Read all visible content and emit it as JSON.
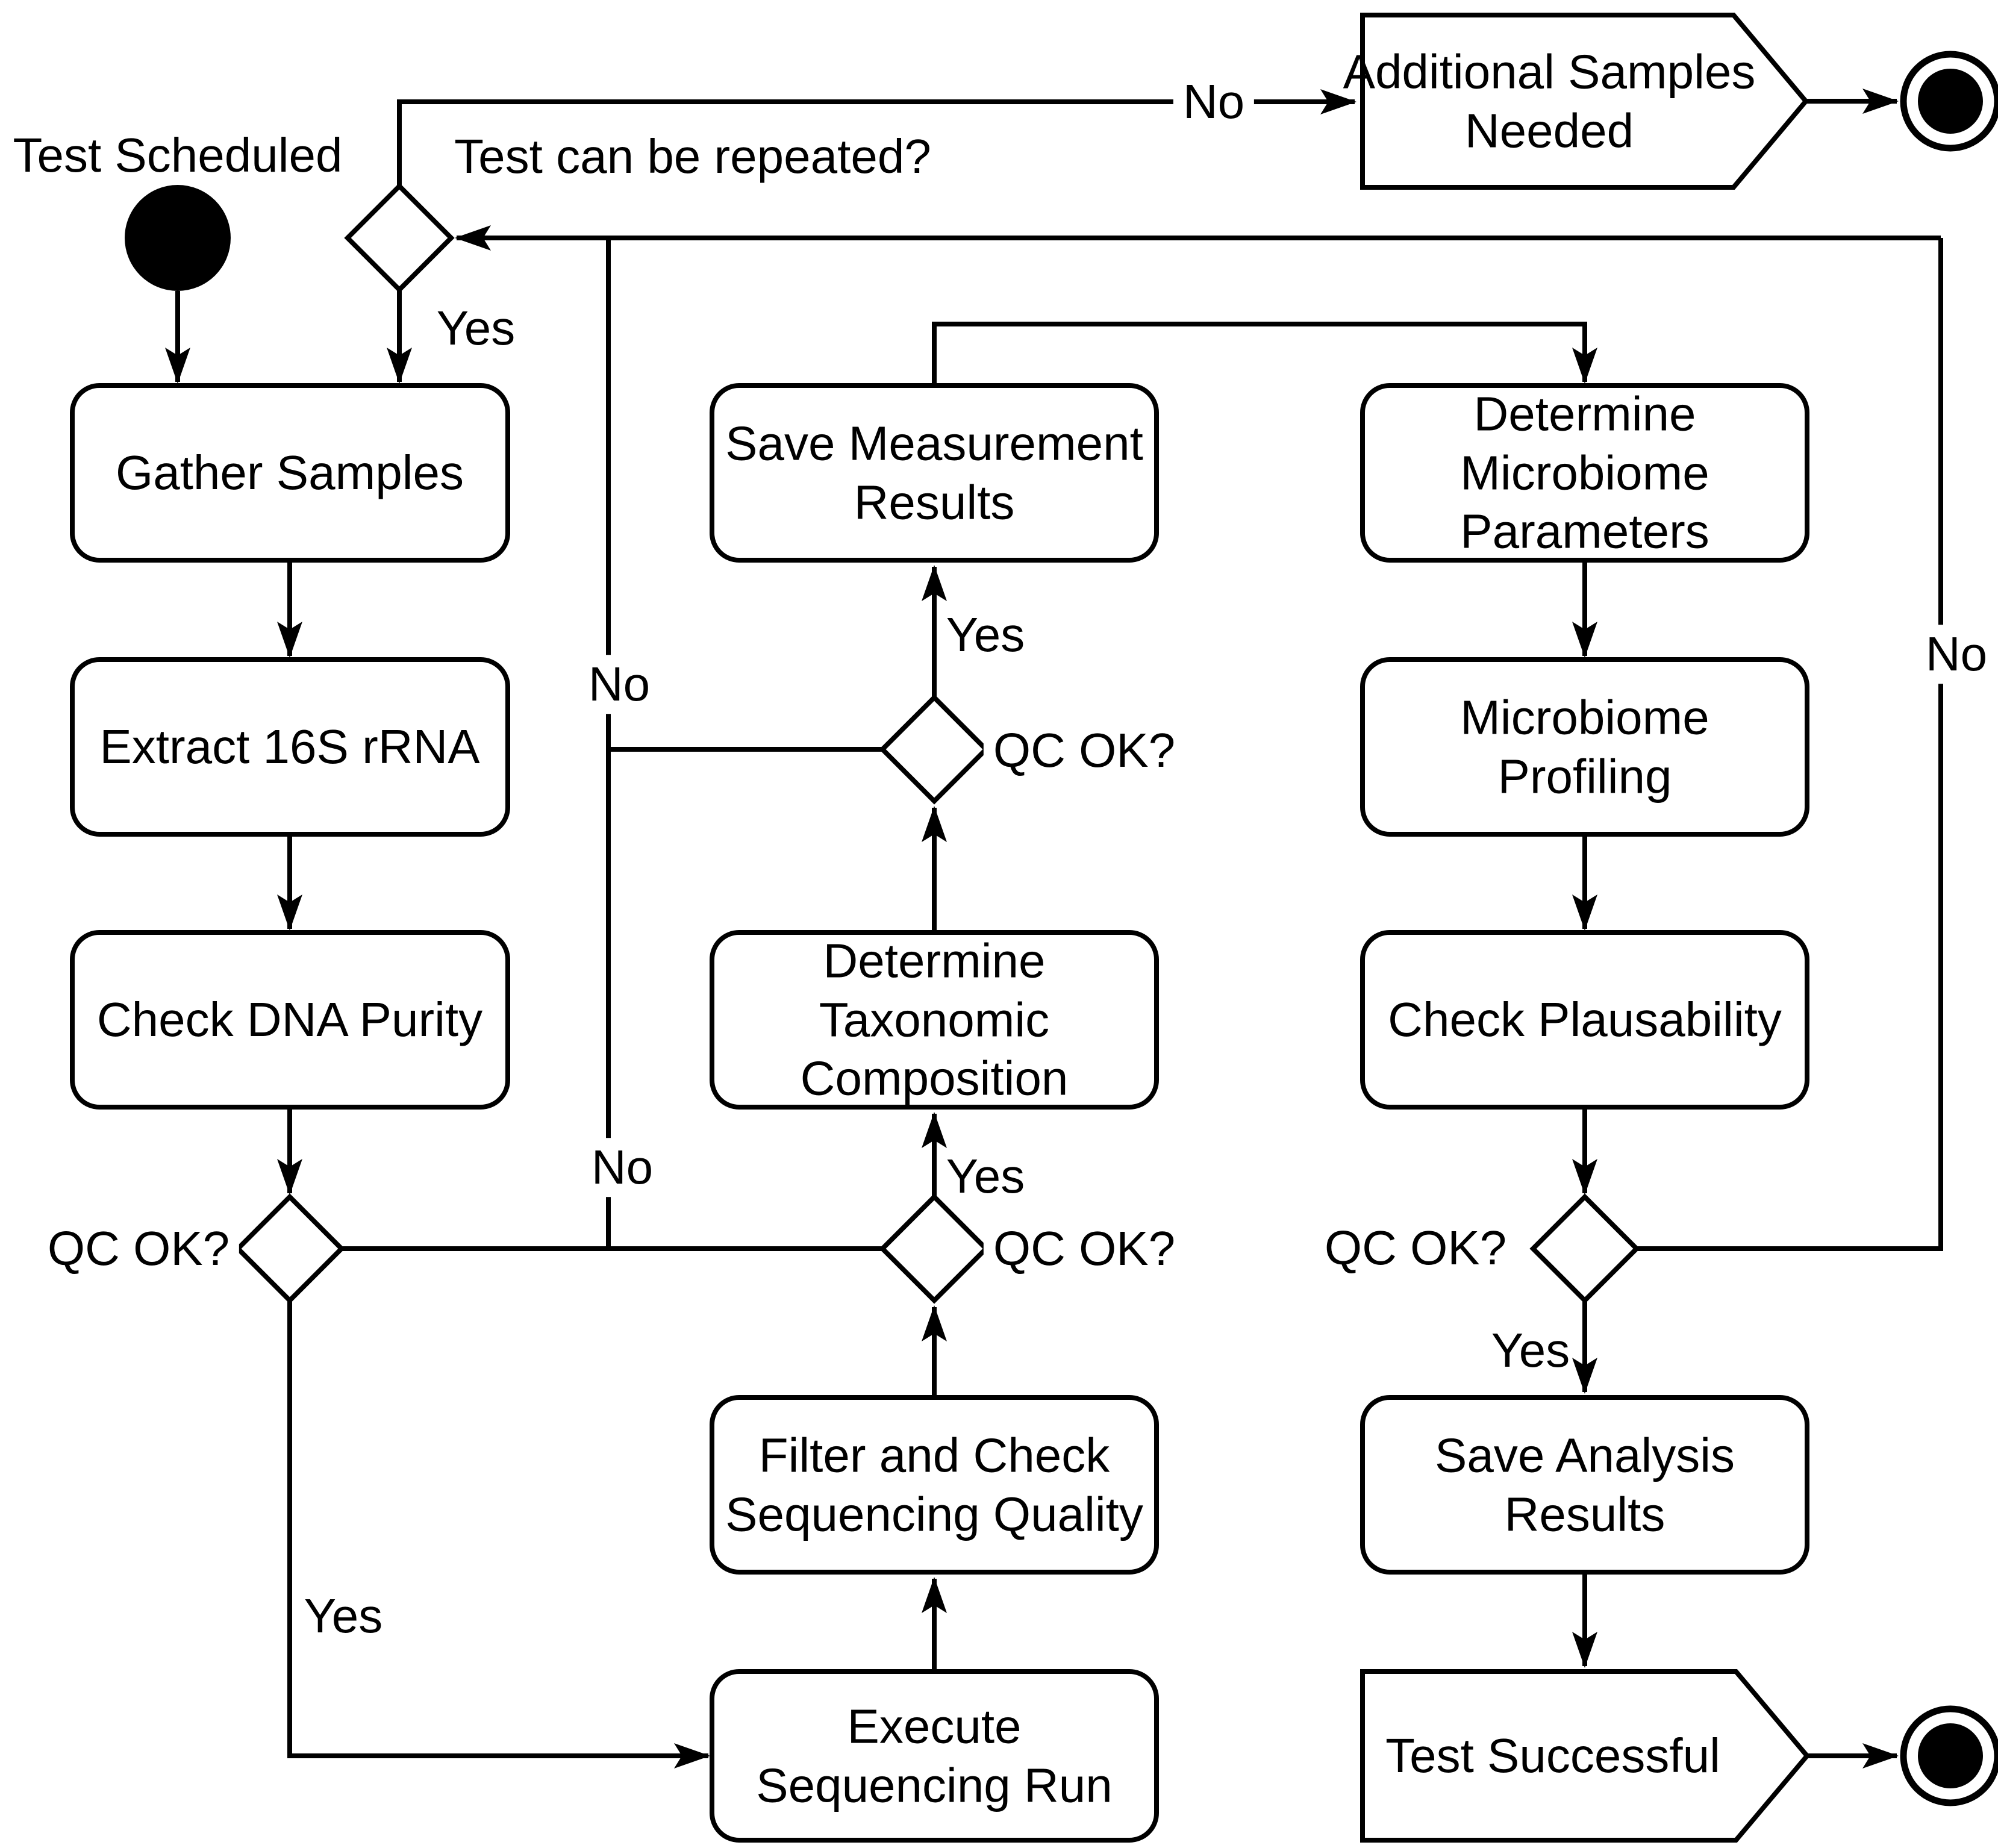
{
  "diagram": {
    "kind": "uml-activity-flowchart",
    "colors": {
      "line": "#000000",
      "background": "#ffffff",
      "text": "#000000"
    },
    "start": {
      "label": "Test Scheduled"
    },
    "nodes": {
      "gather": "Gather Samples",
      "extract": "Extract 16S rRNA",
      "check_dna": "Check DNA Purity",
      "execute": "Execute\nSequencing Run",
      "filter": "Filter and Check\nSequencing Quality",
      "det_tax": "Determine\nTaxonomic\nComposition",
      "save_meas": "Save Measurement\nResults",
      "det_mic": "Determine\nMicrobiome\nParameters",
      "profiling": "Microbiome\nProfiling",
      "plaus": "Check Plausability",
      "save_analysis": "Save Analysis\nResults",
      "additional": "Additional Samples\nNeeded",
      "success": "Test Successful"
    },
    "decisions": {
      "repeat_question": "Test can be repeated?",
      "qc": "QC OK?"
    },
    "branch_labels": {
      "yes": "Yes",
      "no": "No"
    }
  }
}
